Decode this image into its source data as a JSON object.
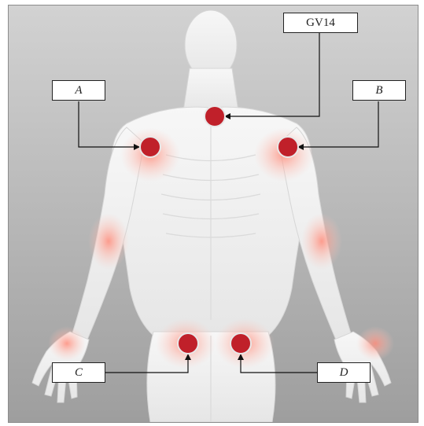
{
  "labels": {
    "gv14": "GV14",
    "a": "A",
    "b": "B",
    "c": "C",
    "d": "D"
  },
  "colors": {
    "point": "#c0202a",
    "background_top": "#cfcfcf",
    "background_bottom": "#a8a8a8",
    "body": "#f1f1f1",
    "glow": "#ff9a8a"
  }
}
